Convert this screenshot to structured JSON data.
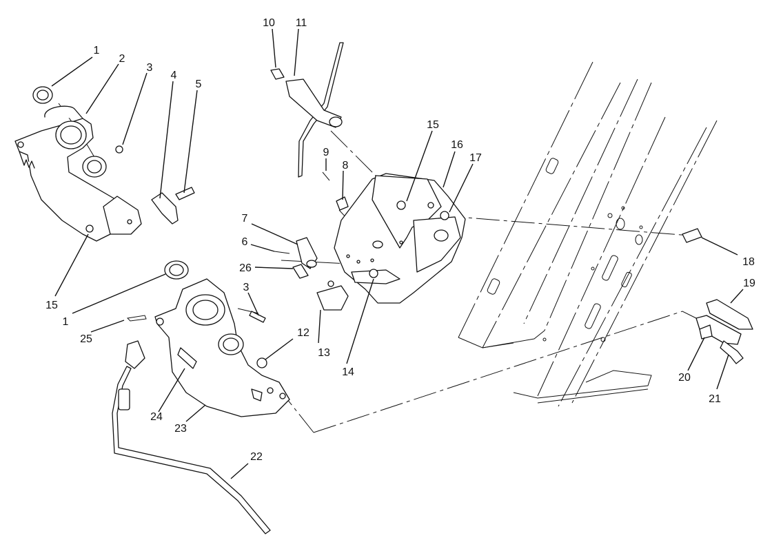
{
  "callouts": [
    {
      "id": "c1a",
      "text": "1"
    },
    {
      "id": "c2",
      "text": "2"
    },
    {
      "id": "c3a",
      "text": "3"
    },
    {
      "id": "c4",
      "text": "4"
    },
    {
      "id": "c5",
      "text": "5"
    },
    {
      "id": "c15a",
      "text": "15"
    },
    {
      "id": "c1b",
      "text": "1"
    },
    {
      "id": "c25",
      "text": "25"
    },
    {
      "id": "c3b",
      "text": "3"
    },
    {
      "id": "c12",
      "text": "12"
    },
    {
      "id": "c24",
      "text": "24"
    },
    {
      "id": "c23",
      "text": "23"
    },
    {
      "id": "c22",
      "text": "22"
    },
    {
      "id": "c10",
      "text": "10"
    },
    {
      "id": "c11",
      "text": "11"
    },
    {
      "id": "c9",
      "text": "9"
    },
    {
      "id": "c8",
      "text": "8"
    },
    {
      "id": "c15b",
      "text": "15"
    },
    {
      "id": "c16",
      "text": "16"
    },
    {
      "id": "c17",
      "text": "17"
    },
    {
      "id": "c7",
      "text": "7"
    },
    {
      "id": "c6",
      "text": "6"
    },
    {
      "id": "c26",
      "text": "26"
    },
    {
      "id": "c13",
      "text": "13"
    },
    {
      "id": "c14",
      "text": "14"
    },
    {
      "id": "c18",
      "text": "18"
    },
    {
      "id": "c19",
      "text": "19"
    },
    {
      "id": "c20",
      "text": "20"
    },
    {
      "id": "c21",
      "text": "21"
    }
  ],
  "colors": {
    "ink": "#111111",
    "background": "#ffffff"
  }
}
